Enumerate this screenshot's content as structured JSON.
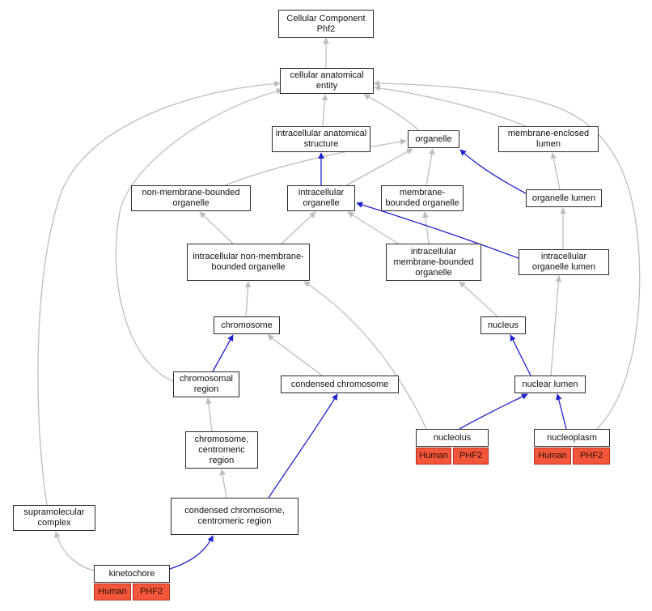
{
  "graph": {
    "title": "Cellular Component Phf2",
    "annotation": {
      "organism": "Human",
      "gene": "PHF2"
    },
    "colors": {
      "is_a_edge": "#bdbdbd",
      "part_of_edge": "#2222cc",
      "annotation_bg": "#f4563c",
      "node_border": "#2a2a2a",
      "node_bg": "#ffffff"
    },
    "nodes": [
      {
        "id": "cellular-component-phf2",
        "label": "Cellular Component Phf2"
      },
      {
        "id": "cellular-anatomical-entity",
        "label": "cellular anatomical entity"
      },
      {
        "id": "intracellular-anatomical-structure",
        "label": "intracellular anatomical structure"
      },
      {
        "id": "organelle",
        "label": "organelle"
      },
      {
        "id": "membrane-enclosed-lumen",
        "label": "membrane-enclosed lumen"
      },
      {
        "id": "non-membrane-bounded-organelle",
        "label": "non-membrane-bounded organelle"
      },
      {
        "id": "intracellular-organelle",
        "label": "intracellular organelle"
      },
      {
        "id": "membrane-bounded-organelle",
        "label": "membrane-bounded organelle"
      },
      {
        "id": "organelle-lumen",
        "label": "organelle lumen"
      },
      {
        "id": "intracellular-non-membrane-bounded-organelle",
        "label": "intracellular non-membrane-bounded organelle"
      },
      {
        "id": "intracellular-membrane-bounded-organelle",
        "label": "intracellular membrane-bounded organelle"
      },
      {
        "id": "intracellular-organelle-lumen",
        "label": "intracellular organelle lumen"
      },
      {
        "id": "chromosome",
        "label": "chromosome"
      },
      {
        "id": "nucleus",
        "label": "nucleus"
      },
      {
        "id": "chromosomal-region",
        "label": "chromosomal region"
      },
      {
        "id": "condensed-chromosome",
        "label": "condensed chromosome"
      },
      {
        "id": "nuclear-lumen",
        "label": "nuclear lumen"
      },
      {
        "id": "chromosome-centromeric-region",
        "label": "chromosome, centromeric region"
      },
      {
        "id": "nucleolus",
        "label": "nucleolus",
        "tags": [
          "Human",
          "PHF2"
        ]
      },
      {
        "id": "nucleoplasm",
        "label": "nucleoplasm",
        "tags": [
          "Human",
          "PHF2"
        ]
      },
      {
        "id": "supramolecular-complex",
        "label": "supramolecular complex"
      },
      {
        "id": "condensed-chromosome-centromeric-region",
        "label": "condensed chromosome, centromeric region"
      },
      {
        "id": "kinetochore",
        "label": "kinetochore",
        "tags": [
          "Human",
          "PHF2"
        ]
      }
    ],
    "edges": [
      {
        "source": "cellular anatomical entity",
        "target": "Cellular Component Phf2",
        "relation": "is_a"
      },
      {
        "source": "intracellular anatomical structure",
        "target": "cellular anatomical entity",
        "relation": "is_a"
      },
      {
        "source": "organelle",
        "target": "cellular anatomical entity",
        "relation": "is_a"
      },
      {
        "source": "membrane-enclosed lumen",
        "target": "cellular anatomical entity",
        "relation": "is_a"
      },
      {
        "source": "supramolecular complex",
        "target": "cellular anatomical entity",
        "relation": "is_a"
      },
      {
        "source": "non-membrane-bounded organelle",
        "target": "organelle",
        "relation": "is_a"
      },
      {
        "source": "intracellular organelle",
        "target": "intracellular anatomical structure",
        "relation": "part_of"
      },
      {
        "source": "intracellular organelle",
        "target": "organelle",
        "relation": "is_a"
      },
      {
        "source": "membrane-bounded organelle",
        "target": "organelle",
        "relation": "is_a"
      },
      {
        "source": "organelle lumen",
        "target": "membrane-enclosed lumen",
        "relation": "is_a"
      },
      {
        "source": "organelle lumen",
        "target": "organelle",
        "relation": "part_of"
      },
      {
        "source": "intracellular non-membrane-bounded organelle",
        "target": "non-membrane-bounded organelle",
        "relation": "is_a"
      },
      {
        "source": "intracellular non-membrane-bounded organelle",
        "target": "intracellular organelle",
        "relation": "is_a"
      },
      {
        "source": "intracellular membrane-bounded organelle",
        "target": "membrane-bounded organelle",
        "relation": "is_a"
      },
      {
        "source": "intracellular membrane-bounded organelle",
        "target": "intracellular organelle",
        "relation": "is_a"
      },
      {
        "source": "intracellular organelle lumen",
        "target": "organelle lumen",
        "relation": "is_a"
      },
      {
        "source": "intracellular organelle lumen",
        "target": "intracellular organelle",
        "relation": "part_of"
      },
      {
        "source": "chromosome",
        "target": "intracellular non-membrane-bounded organelle",
        "relation": "is_a"
      },
      {
        "source": "nucleus",
        "target": "intracellular membrane-bounded organelle",
        "relation": "is_a"
      },
      {
        "source": "chromosomal region",
        "target": "chromosome",
        "relation": "part_of"
      },
      {
        "source": "chromosomal region",
        "target": "cellular anatomical entity",
        "relation": "is_a"
      },
      {
        "source": "condensed chromosome",
        "target": "chromosome",
        "relation": "is_a"
      },
      {
        "source": "nuclear lumen",
        "target": "intracellular organelle lumen",
        "relation": "is_a"
      },
      {
        "source": "nuclear lumen",
        "target": "nucleus",
        "relation": "part_of"
      },
      {
        "source": "chromosome, centromeric region",
        "target": "chromosomal region",
        "relation": "is_a"
      },
      {
        "source": "nucleolus",
        "target": "nuclear lumen",
        "relation": "part_of"
      },
      {
        "source": "nucleolus",
        "target": "intracellular non-membrane-bounded organelle",
        "relation": "is_a"
      },
      {
        "source": "nucleoplasm",
        "target": "nuclear lumen",
        "relation": "part_of"
      },
      {
        "source": "nucleoplasm",
        "target": "cellular anatomical entity",
        "relation": "is_a"
      },
      {
        "source": "condensed chromosome, centromeric region",
        "target": "chromosome, centromeric region",
        "relation": "is_a"
      },
      {
        "source": "condensed chromosome, centromeric region",
        "target": "condensed chromosome",
        "relation": "part_of"
      },
      {
        "source": "kinetochore",
        "target": "supramolecular complex",
        "relation": "is_a"
      },
      {
        "source": "kinetochore",
        "target": "condensed chromosome, centromeric region",
        "relation": "part_of"
      }
    ]
  }
}
